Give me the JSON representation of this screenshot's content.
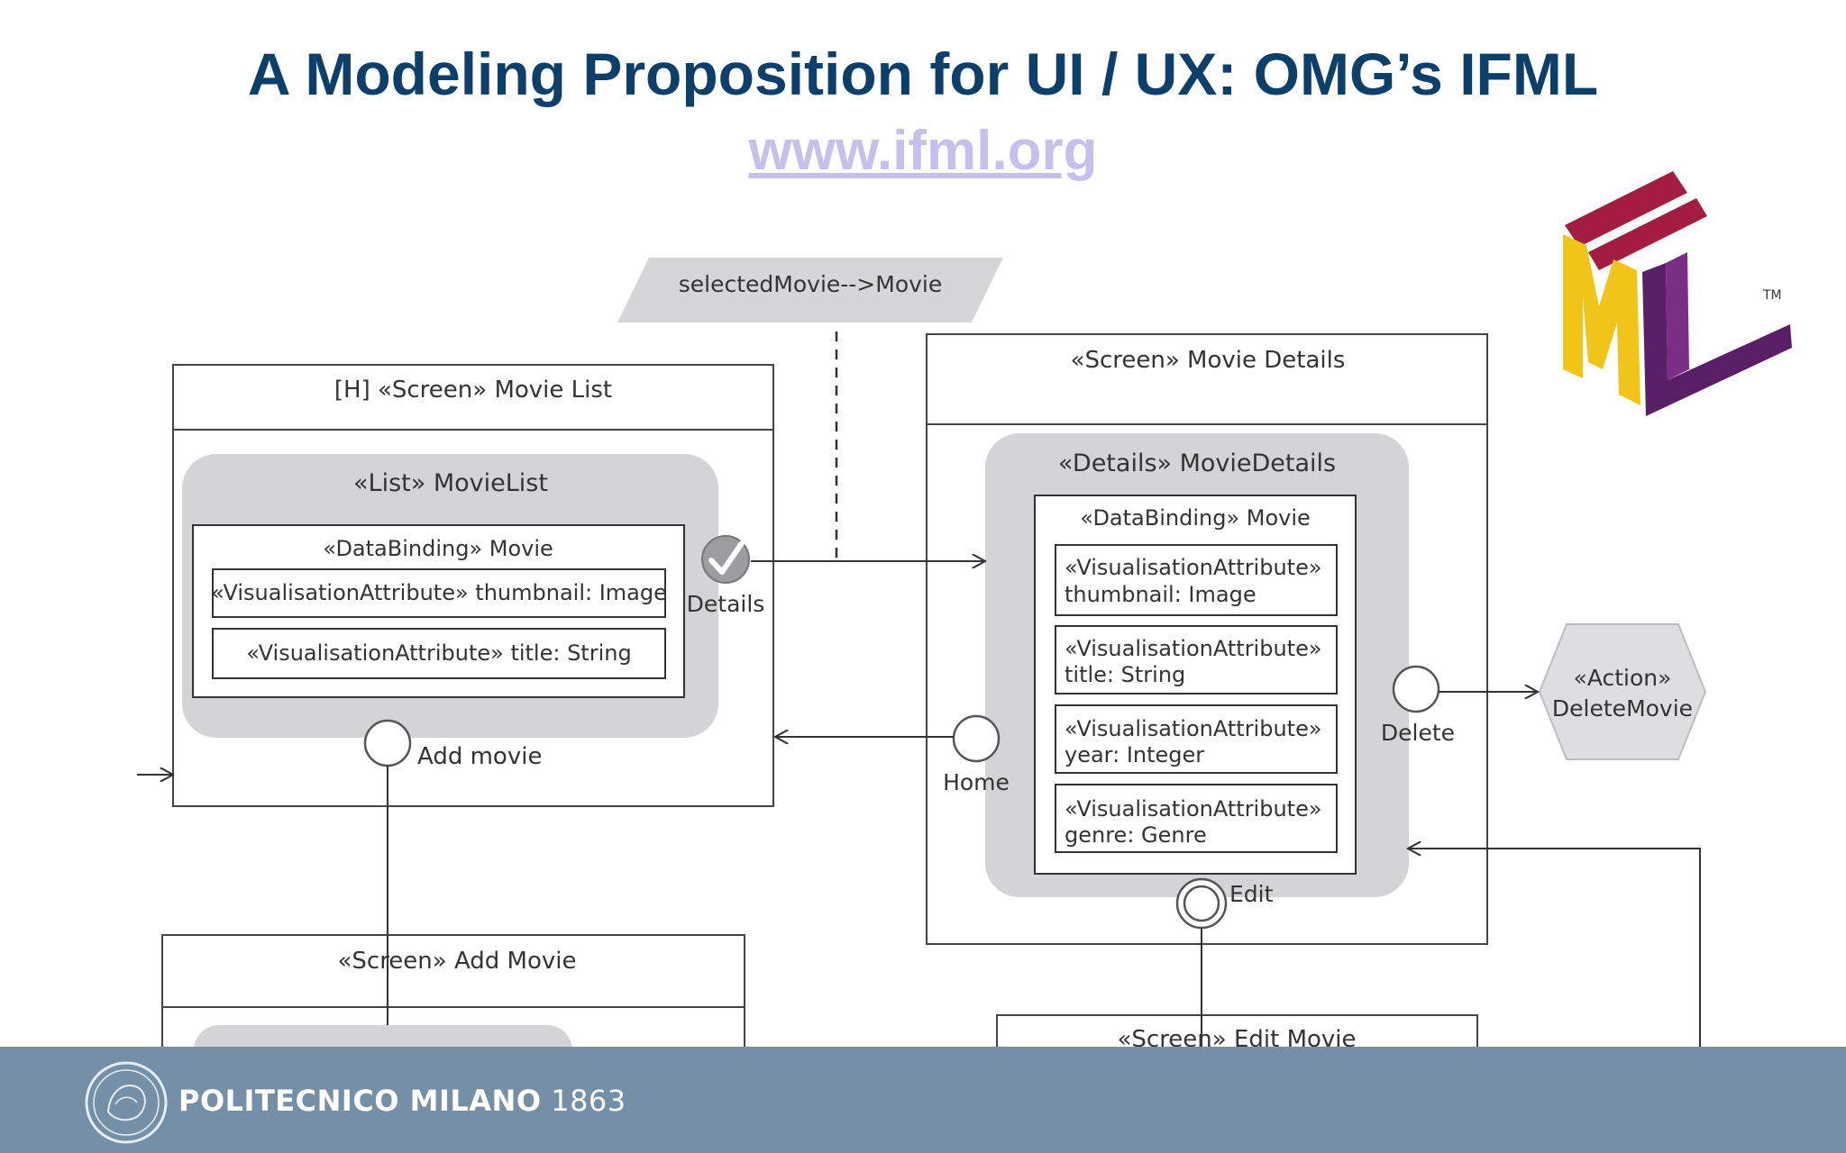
{
  "slide": {
    "title": "A Modeling Proposition for UI / UX: OMG’s IFML",
    "link": "www.ifml.org"
  },
  "logo": {
    "tm": "TM"
  },
  "diagram": {
    "param": "selectedMovie-->Movie",
    "movie_list_screen": "[H] «Screen» Movie List",
    "list_component": "«List» MovieList",
    "list_binding": "«DataBinding»  Movie",
    "list_attr_1": "«VisualisationAttribute»  thumbnail: Image",
    "list_attr_2": "«VisualisationAttribute»  title: String",
    "event_details": "Details",
    "event_add_movie": "Add movie",
    "details_screen": "«Screen» Movie Details",
    "details_component": "«Details» MovieDetails",
    "details_binding": "«DataBinding»  Movie",
    "attr_thumbnail_stereo": "«VisualisationAttribute»",
    "attr_thumbnail_name": "thumbnail: Image",
    "attr_title_stereo": "«VisualisationAttribute»",
    "attr_title_name": "title: String",
    "attr_year_stereo": "«VisualisationAttribute»",
    "attr_year_name": "year: Integer",
    "attr_genre_stereo": "«VisualisationAttribute»",
    "attr_genre_name": "genre: Genre",
    "event_home": "Home",
    "event_delete": "Delete",
    "event_edit": "Edit",
    "action_stereo": "«Action»",
    "action_name": "DeleteMovie",
    "add_screen": "«Screen» Add Movie",
    "edit_screen": "«Screen» Edit Movie"
  },
  "footer": {
    "org": "POLITECNICO MILANO",
    "year": "1863"
  },
  "colors": {
    "title": "#0d3f6b",
    "link": "#c6c0ec",
    "footer_bg": "#7590a6",
    "component_fill": "#d4d4d6",
    "logo_red": "#a21d3f",
    "logo_yellow": "#f0c419",
    "logo_purple": "#5a1e66"
  }
}
